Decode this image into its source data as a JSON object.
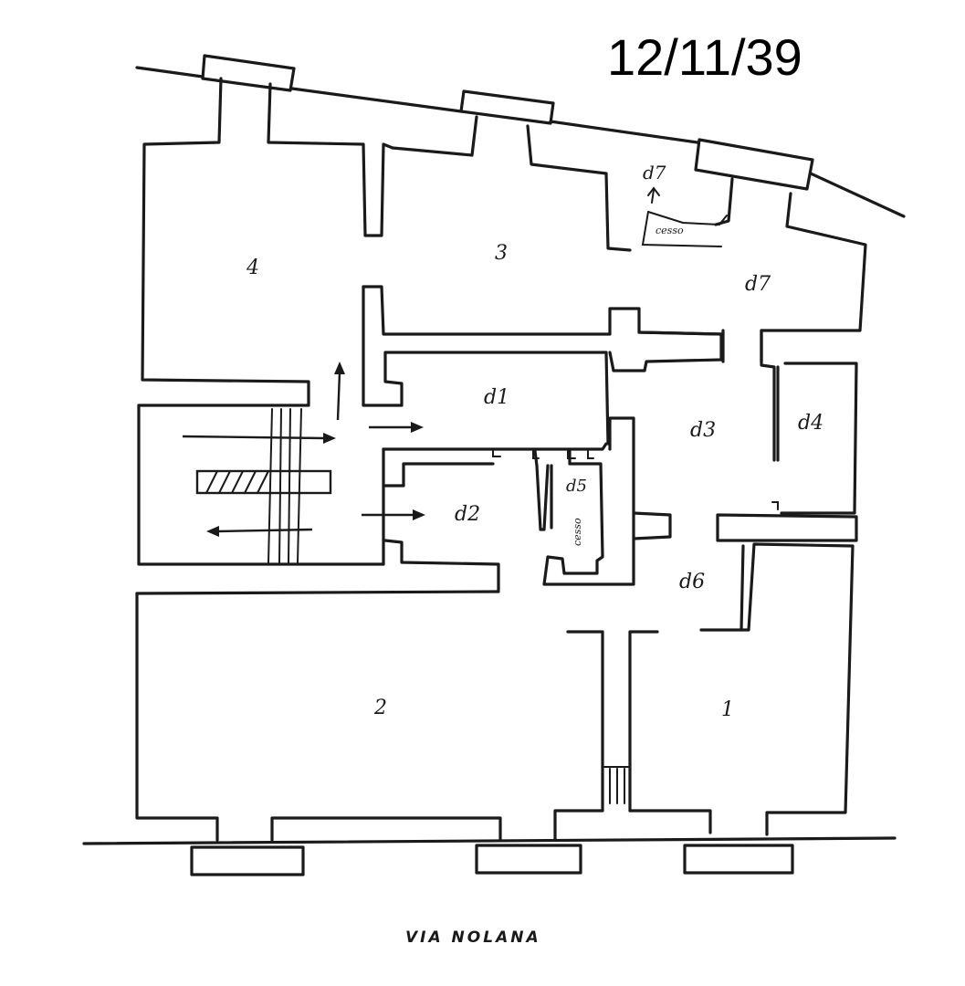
{
  "date_stamp": "12/11/39",
  "street": "VIA NOLANA",
  "rooms": {
    "r1": "1",
    "r2": "2",
    "r3": "3",
    "r4": "4",
    "d1": "d1",
    "d2": "d2",
    "d3": "d3",
    "d4": "d4",
    "d5": "d5",
    "d6": "d6",
    "d7": "d7",
    "d7_top": "d7"
  },
  "annotations": {
    "cesso_top": "cesso",
    "cesso_d5": "cesso"
  }
}
